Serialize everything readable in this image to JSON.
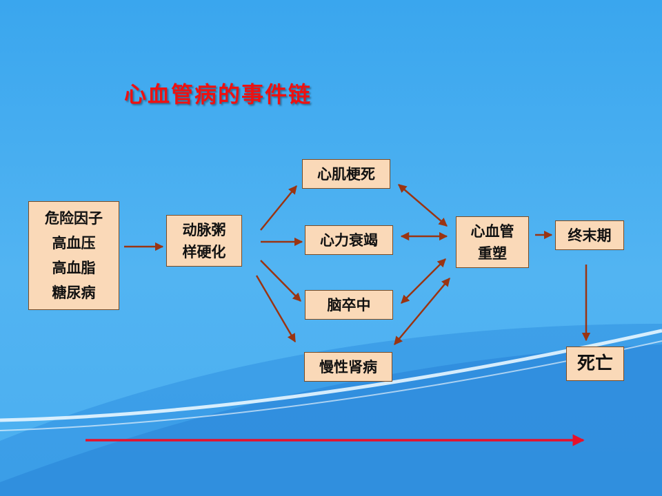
{
  "title": "心血管病的事件链",
  "risk_factors": {
    "lines": [
      "危险因子",
      "高血压",
      "高血脂",
      "糖尿病"
    ]
  },
  "atherosclerosis": {
    "lines": [
      "动脉粥",
      "样硬化"
    ]
  },
  "events": {
    "mi": "心肌梗死",
    "hf": "心力衰竭",
    "stroke": "脑卒中",
    "ckd": "慢性肾病"
  },
  "remodeling": {
    "lines": [
      "心血管",
      "重塑"
    ]
  },
  "end_stage": "终末期",
  "death": "死亡",
  "colors": {
    "title": "#ee1111",
    "box_fill": "#fad9b8",
    "arrow": "#9a3412",
    "timeline_arrow": "#e8102a",
    "background": "#4aaef0"
  }
}
